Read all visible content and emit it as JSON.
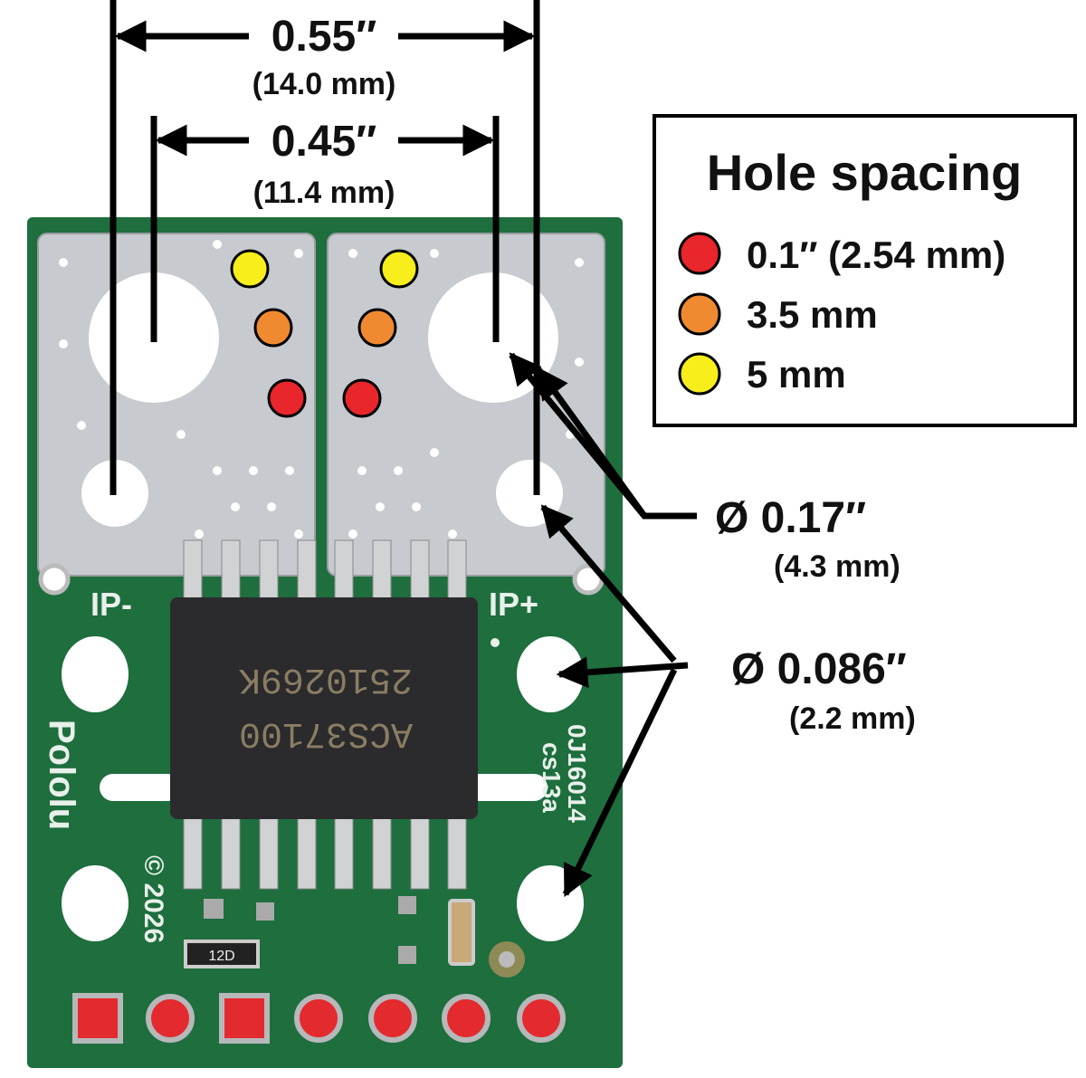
{
  "dimensions": {
    "outer_spacing": {
      "inch": "0.55″",
      "mm": "(14.0 mm)"
    },
    "inner_spacing": {
      "inch": "0.45″",
      "mm": "(11.4 mm)"
    },
    "large_hole": {
      "inch": "Ø 0.17″",
      "mm": "(4.3 mm)"
    },
    "mount_hole": {
      "inch": "Ø 0.086″",
      "mm": "(2.2 mm)"
    }
  },
  "legend": {
    "title": "Hole spacing",
    "items": [
      {
        "label": "0.1″ (2.54 mm)",
        "color": "#e8262c"
      },
      {
        "label": "3.5 mm",
        "color": "#f08a30"
      },
      {
        "label": "5 mm",
        "color": "#f7ee1c"
      }
    ]
  },
  "board": {
    "label_minus": "IP-",
    "label_plus": "IP+",
    "brand": "Pololu",
    "copyright": "© 2026",
    "code1": "0J16014",
    "code2": "cs13a",
    "chip_line1": "ACS37100",
    "chip_line2": "2510269K",
    "resistor": "12D"
  },
  "colors": {
    "pcb": "#1e6e3e",
    "silver": "#c9ccd0",
    "chip": "#2b2b2d"
  }
}
